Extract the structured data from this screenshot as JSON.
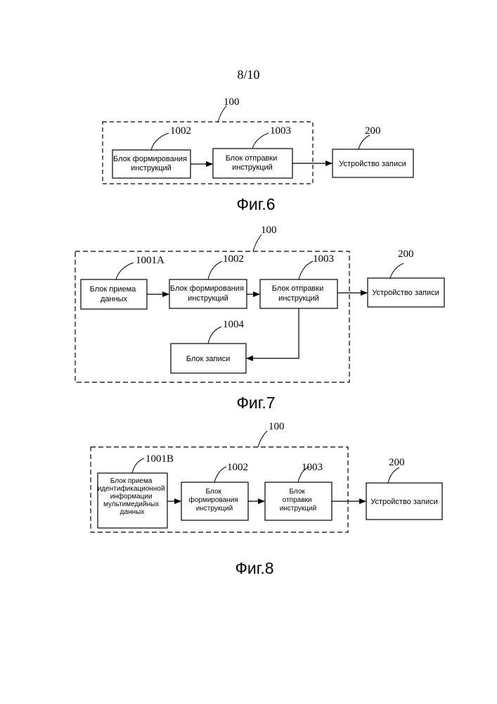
{
  "page_number": "8/10",
  "fig6": {
    "caption": "Фиг.6",
    "group_ref": "100",
    "blocks": {
      "b1002": {
        "ref": "1002",
        "lines": [
          "Блок формирования",
          "инструкций"
        ]
      },
      "b1003": {
        "ref": "1003",
        "lines": [
          "Блок отправки",
          "инструкций"
        ]
      },
      "b200": {
        "ref": "200",
        "lines": [
          "Устройство записи"
        ]
      }
    }
  },
  "fig7": {
    "caption": "Фиг.7",
    "group_ref": "100",
    "blocks": {
      "b1001a": {
        "ref": "1001А",
        "lines": [
          "Блок приема",
          "данных"
        ]
      },
      "b1002": {
        "ref": "1002",
        "lines": [
          "Блок формирования",
          "инструкций"
        ]
      },
      "b1003": {
        "ref": "1003",
        "lines": [
          "Блок отправки",
          "инструкций"
        ]
      },
      "b1004": {
        "ref": "1004",
        "lines": [
          "Блок записи"
        ]
      },
      "b200": {
        "ref": "200",
        "lines": [
          "Устройство записи"
        ]
      }
    }
  },
  "fig8": {
    "caption": "Фиг.8",
    "group_ref": "100",
    "blocks": {
      "b1001b": {
        "ref": "1001В",
        "lines": [
          "Блок приема",
          "идентификационной",
          "информации",
          "мультимедийных",
          "данных"
        ]
      },
      "b1002": {
        "ref": "1002",
        "lines": [
          "Блок",
          "формирования",
          "инструкций"
        ]
      },
      "b1003": {
        "ref": "1003",
        "lines": [
          "Блок",
          "отправки",
          "инструкций"
        ]
      },
      "b200": {
        "ref": "200",
        "lines": [
          "Устройство записи"
        ]
      }
    }
  }
}
